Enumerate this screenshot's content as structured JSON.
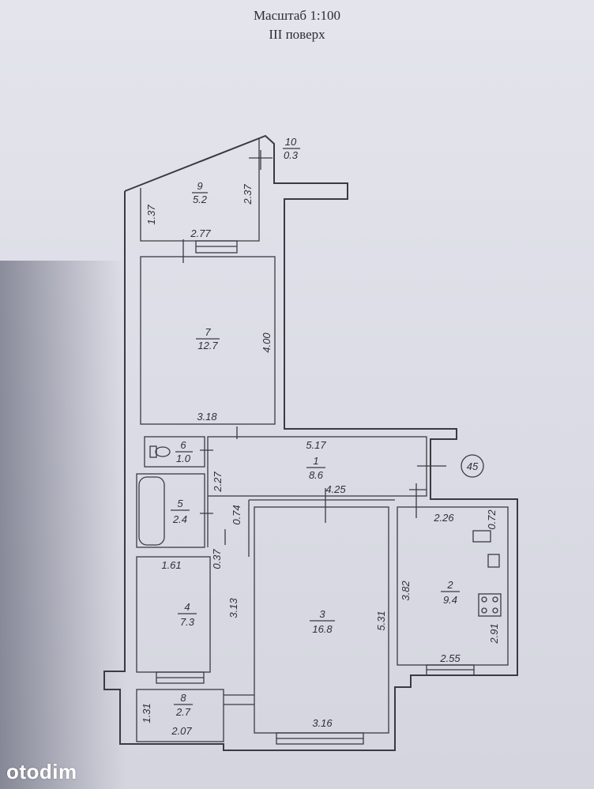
{
  "header": {
    "scale": "Масштаб 1:100",
    "floor": "III поверх"
  },
  "rooms": [
    {
      "id": "9",
      "area": "5.2"
    },
    {
      "id": "10",
      "area": "0.3"
    },
    {
      "id": "7",
      "area": "12.7"
    },
    {
      "id": "6",
      "area": "1.0"
    },
    {
      "id": "1",
      "area": "8.6"
    },
    {
      "id": "5",
      "area": "2.4"
    },
    {
      "id": "4",
      "area": "7.3"
    },
    {
      "id": "3",
      "area": "16.8"
    },
    {
      "id": "2",
      "area": "9.4"
    },
    {
      "id": "8",
      "area": "2.7"
    }
  ],
  "dims": [
    "1.37",
    "2.37",
    "2.77",
    "4.00",
    "3.18",
    "5.17",
    "2.27",
    "4.25",
    "0.74",
    "2.26",
    "0.72",
    "0.37",
    "1.61",
    "3.13",
    "5.31",
    "3.82",
    "2.91",
    "2.55",
    "1.31",
    "2.07",
    "3.16"
  ],
  "apartment_no": "45",
  "watermark": "otodim"
}
